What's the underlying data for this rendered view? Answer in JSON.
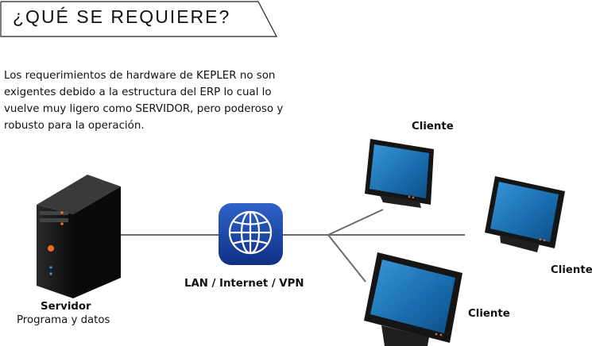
{
  "header": {
    "title": "¿QUÉ SE REQUIERE?"
  },
  "intro": {
    "text": "Los requerimientos de hardware de KEPLER no son exigentes debido a la estructura del ERP lo cual lo vuelve muy ligero como SERVIDOR, pero poderoso y robusto para la operación."
  },
  "server": {
    "title": "Servidor",
    "subtitle": "Programa y datos"
  },
  "network": {
    "label": "LAN / Internet / VPN",
    "icon": "globe-icon"
  },
  "clients": [
    {
      "label": "Cliente"
    },
    {
      "label": "Cliente"
    },
    {
      "label": "Cliente"
    }
  ],
  "colors": {
    "screen": "#1a6fb0",
    "globe": "#1e4aa8",
    "line": "#666666",
    "led": "#f26a1b"
  }
}
